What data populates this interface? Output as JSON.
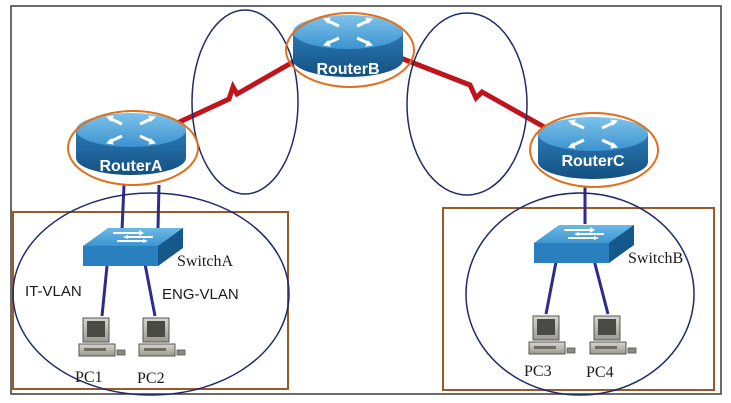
{
  "routers": {
    "a": {
      "label": "RouterA"
    },
    "b": {
      "label": "RouterB"
    },
    "c": {
      "label": "RouterC"
    }
  },
  "switches": {
    "a": {
      "label": "SwitchA"
    },
    "b": {
      "label": "SwitchB"
    }
  },
  "pcs": {
    "pc1": {
      "label": "PC1"
    },
    "pc2": {
      "label": "PC2"
    },
    "pc3": {
      "label": "PC3"
    },
    "pc4": {
      "label": "PC4"
    }
  },
  "vlans": {
    "it": "IT-VLAN",
    "eng": "ENG-VLAN"
  },
  "colors": {
    "serial_link": "#c0141c",
    "lan_link": "#2c2c8c",
    "ellipse_navy": "#1f2a6b",
    "ellipse_orange": "#e0701c",
    "lan_box": "#9a5a28",
    "device_blue": "#2f86c4"
  },
  "icons": {
    "router": "router-icon",
    "switch": "switch-icon",
    "pc": "pc-icon"
  }
}
